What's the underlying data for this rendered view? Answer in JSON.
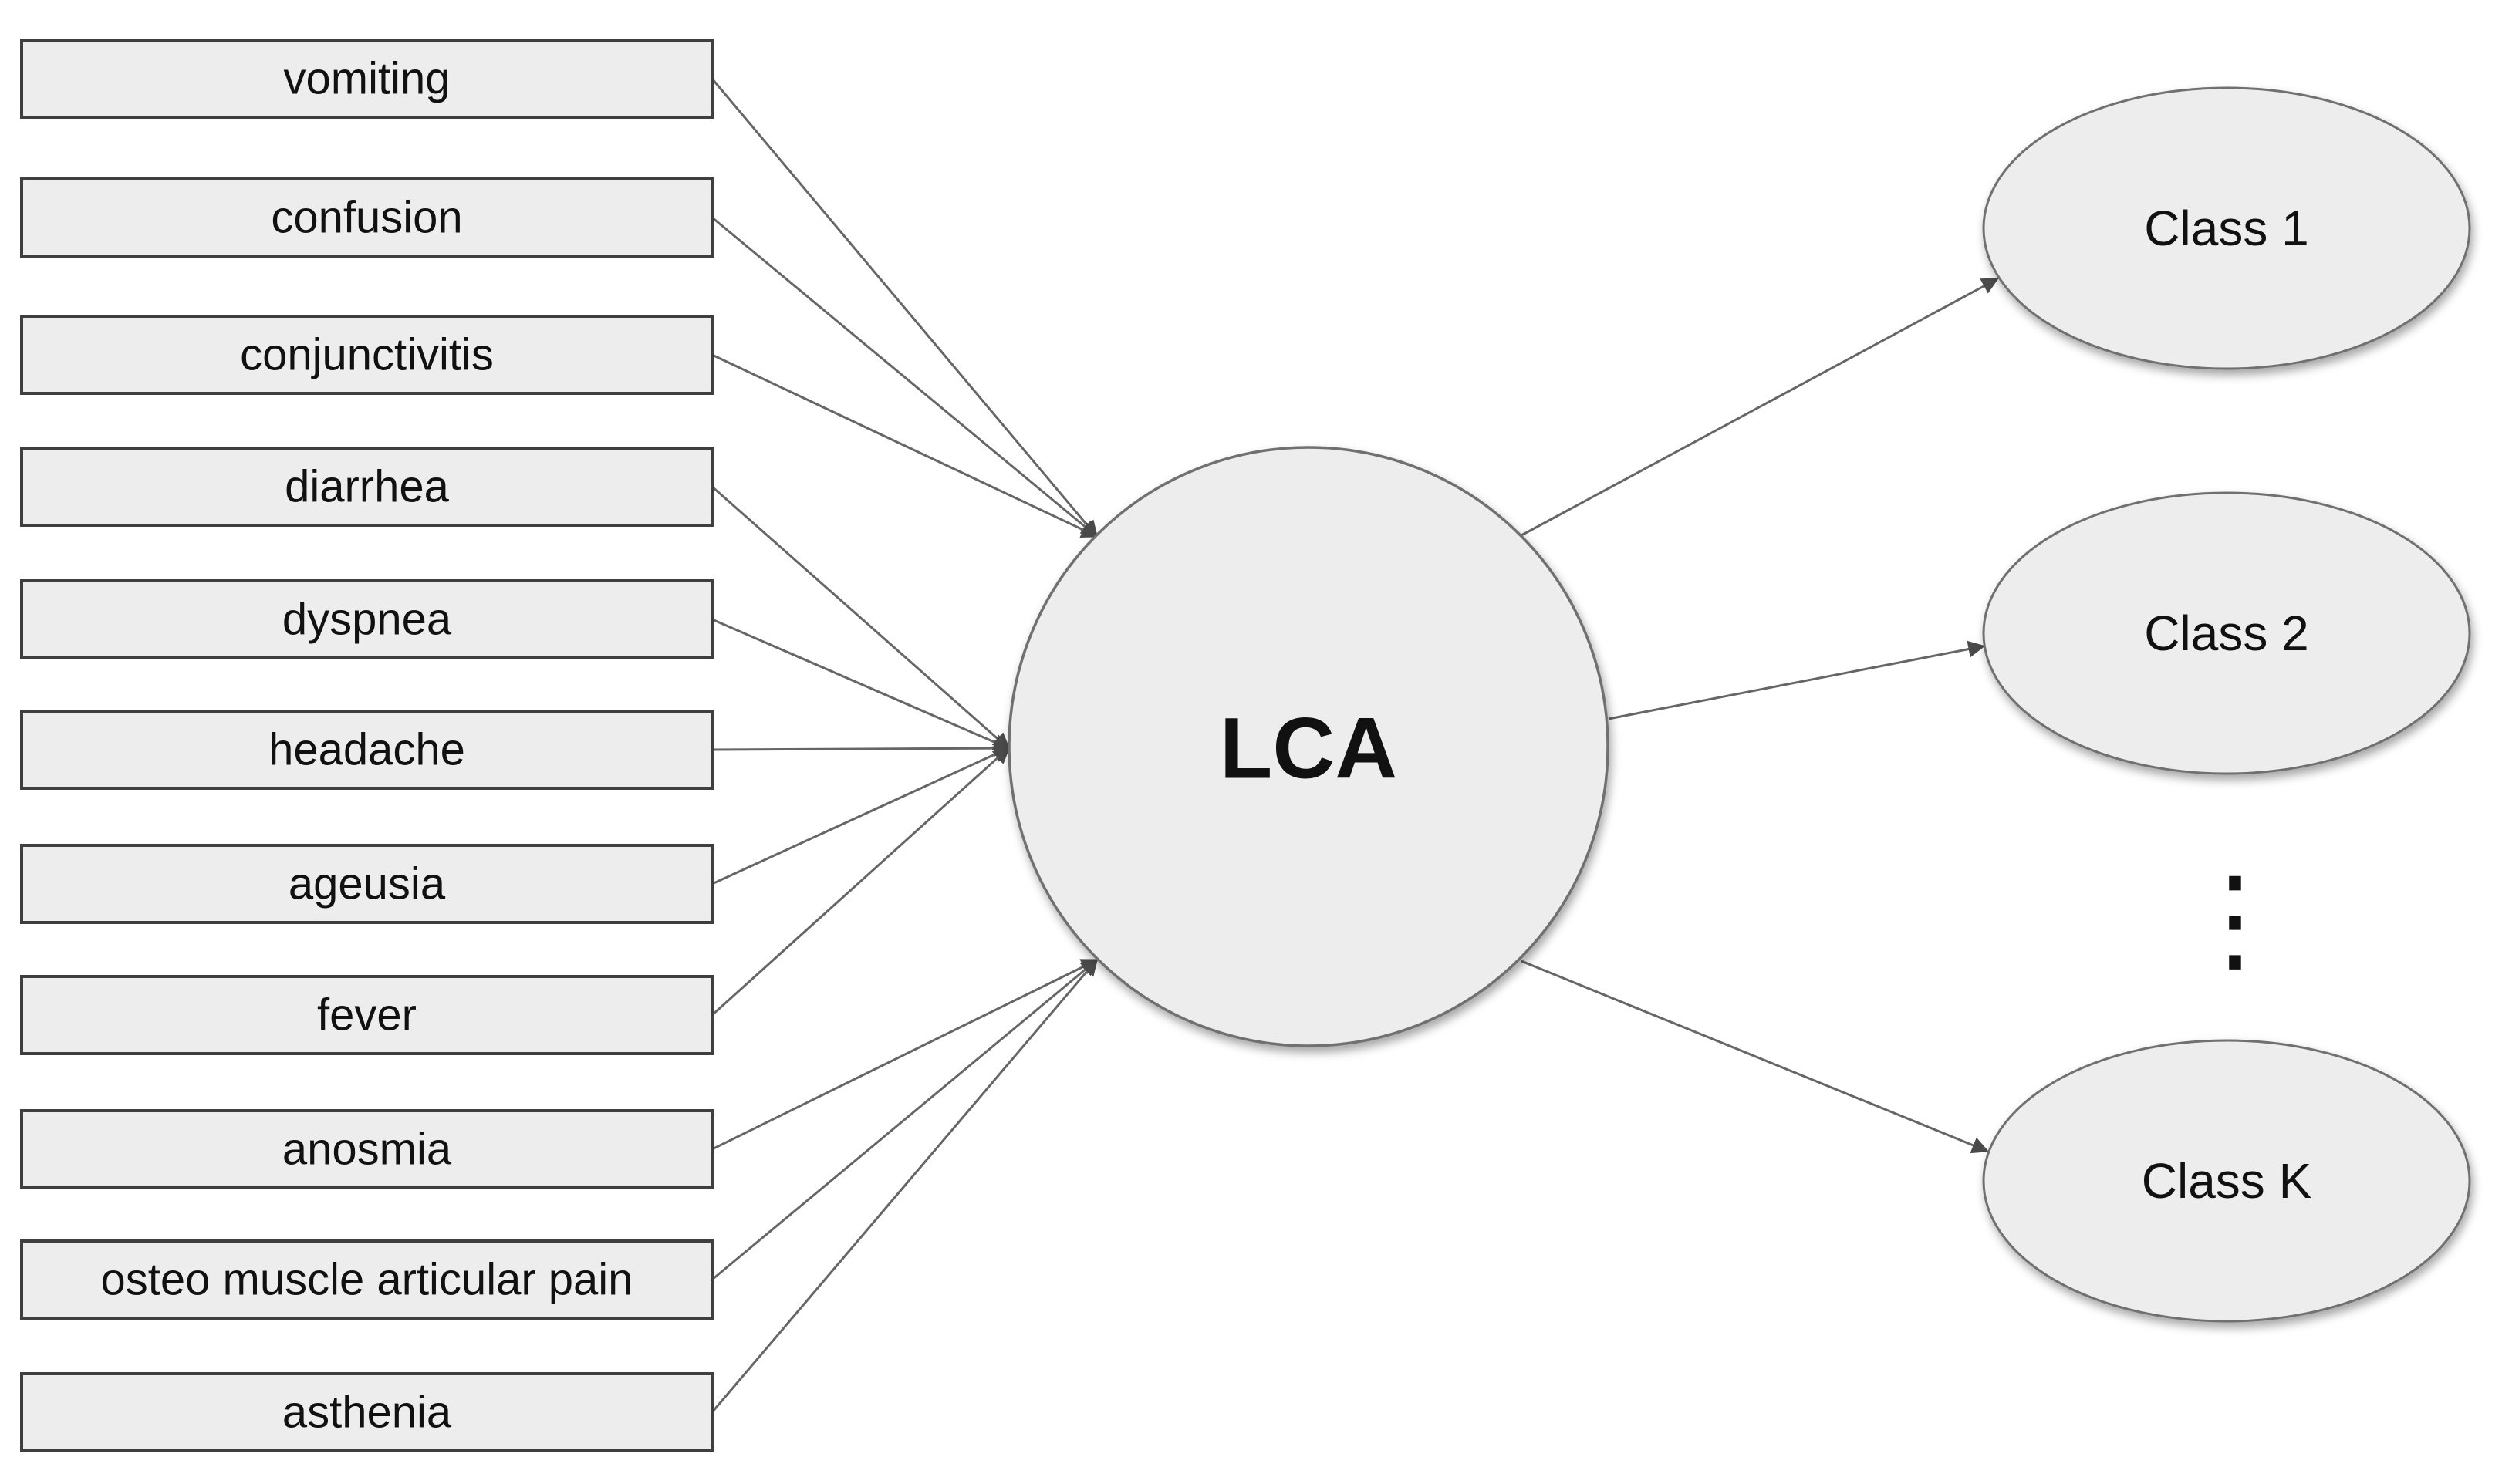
{
  "figure": {
    "latent_node": {
      "label": "LCA"
    },
    "indicators": [
      {
        "label": "vomiting"
      },
      {
        "label": "confusion"
      },
      {
        "label": "conjunctivitis"
      },
      {
        "label": "diarrhea"
      },
      {
        "label": "dyspnea"
      },
      {
        "label": "headache"
      },
      {
        "label": "ageusia"
      },
      {
        "label": "fever"
      },
      {
        "label": "anosmia"
      },
      {
        "label": "osteo muscle articular pain"
      },
      {
        "label": "asthenia"
      }
    ],
    "classes": [
      {
        "label": "Class 1"
      },
      {
        "label": "Class 2"
      },
      {
        "label": "Class K"
      }
    ],
    "ellipsis_glyph": "⋮",
    "colors": {
      "background": "#ffffff",
      "node_fill": "#ededed",
      "box_border": "#3f3f3f",
      "round_border": "#6f6f6f",
      "arrow_line": "#666666",
      "arrow_head": "#4a4a4a",
      "text": "#111111"
    }
  }
}
